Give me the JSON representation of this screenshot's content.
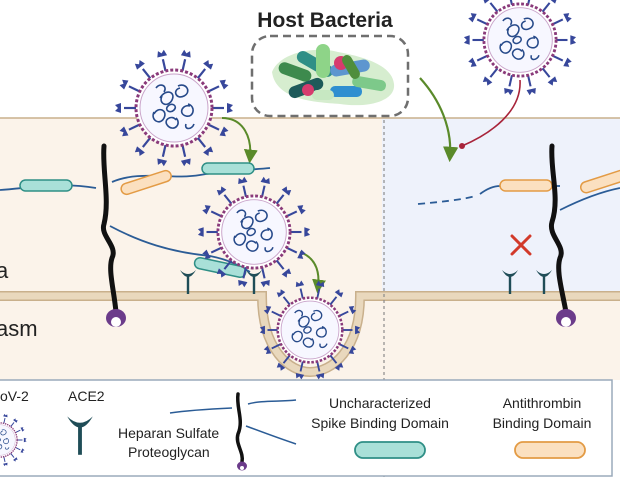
{
  "title": "Host Bacteria",
  "regions": {
    "matrix_label": "a",
    "cytoplasm_label": "asm"
  },
  "legend": {
    "virus_label": "oV-2",
    "ace2_label": "ACE2",
    "hspg_label_line1": "Heparan Sulfate",
    "hspg_label_line2": "Proteoglycan",
    "spike_label_line1": "Uncharacterized",
    "spike_label_line2": "Spike Binding Domain",
    "anti_label_line1": "Antithrombin",
    "anti_label_line2": "Binding Domain"
  },
  "colors": {
    "cell_bg": "#fbf3ea",
    "right_panel_bg": "#eef2fb",
    "membrane": "#e5d2b6",
    "membrane_edge": "#c9b08c",
    "region_text": "#4a6fa8",
    "spike_fill": "#a9e0d8",
    "spike_edge": "#2f8f86",
    "anti_fill": "#fbe0c0",
    "anti_edge": "#e39b45",
    "chain": "#2b5c96",
    "ace2": "#1f4d57",
    "virus_spike": "#37479b",
    "virus_ring": "#8a3a7a",
    "virus_core": "#274a8a",
    "arrow_green": "#5a8a2a",
    "arrow_red": "#a8243a",
    "cross": "#d23a2a",
    "hspg_stem": "#111111",
    "hspg_foot": "#6b3b8a"
  },
  "icons": [
    "sars-cov-2-virus-icon",
    "ace2-receptor-icon",
    "heparan-sulfate-proteoglycan-icon",
    "bacteria-cluster-icon",
    "inhibition-cross-icon"
  ]
}
